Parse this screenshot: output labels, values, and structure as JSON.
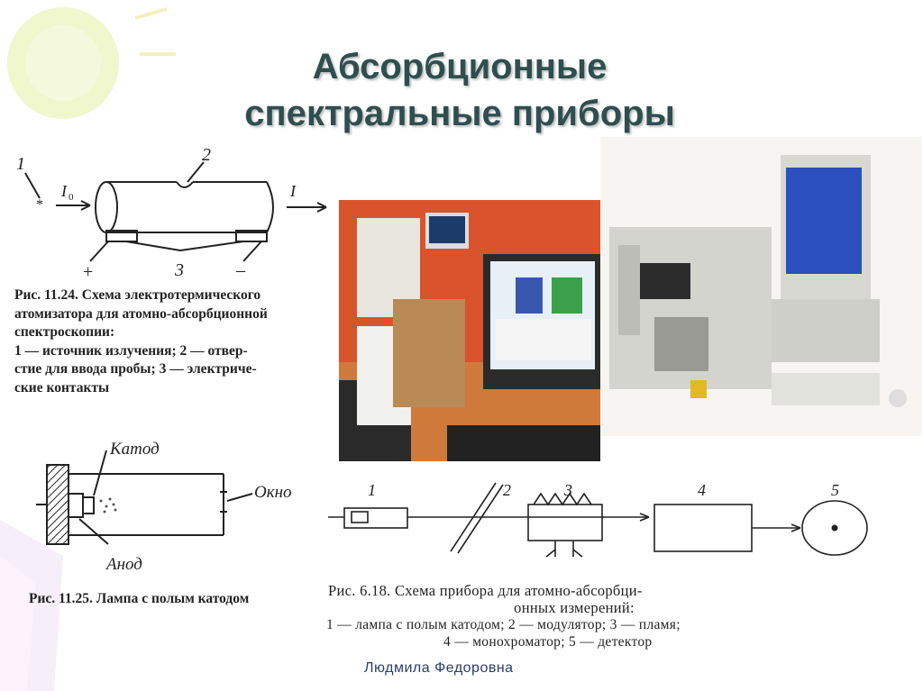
{
  "slide": {
    "title_line1": "Абсорбционные",
    "title_line2": "спектральные приборы",
    "author": "Людмила Федоровна"
  },
  "fig_11_24": {
    "labels": {
      "source": "1",
      "hole": "2",
      "contacts": "3",
      "plus": "+",
      "minus": "–",
      "i0": "I",
      "i0_sub": "0",
      "i_out": "I"
    },
    "caption_line1": "Рис. 11.24. Схема электротермического",
    "caption_line2": "атомизатора для атомно-абсорбционной",
    "caption_line3": "спектроскопии:",
    "caption_line4": "1 — источник излучения; 2 — отвер-",
    "caption_line5": "стие для ввода пробы; 3 — электриче-",
    "caption_line6": "ские контакты"
  },
  "fig_11_25": {
    "labels": {
      "cathode": "Катод",
      "window": "Окно",
      "anode": "Анод"
    },
    "caption": "Рис. 11.25. Лампа с полым катодом"
  },
  "fig_6_18": {
    "labels": {
      "n1": "1",
      "n2": "2",
      "n3": "3",
      "n4": "4",
      "n5": "5"
    },
    "caption_line1": "Рис. 6.18.   Схема   прибора   для   атомно-абсорбци-",
    "caption_line2": "онных   измерений:",
    "caption_line3": "1 — лампа  с  полым  катодом;  2 — модулятор;  3 — пламя;",
    "caption_line4": "4 — монохроматор;  5 — детектор"
  },
  "colors": {
    "title": "#2f4f4f",
    "author": "#2a3f6b",
    "photo1_bg": "#d9542c",
    "monitor_screen": "#2b4fbf"
  }
}
